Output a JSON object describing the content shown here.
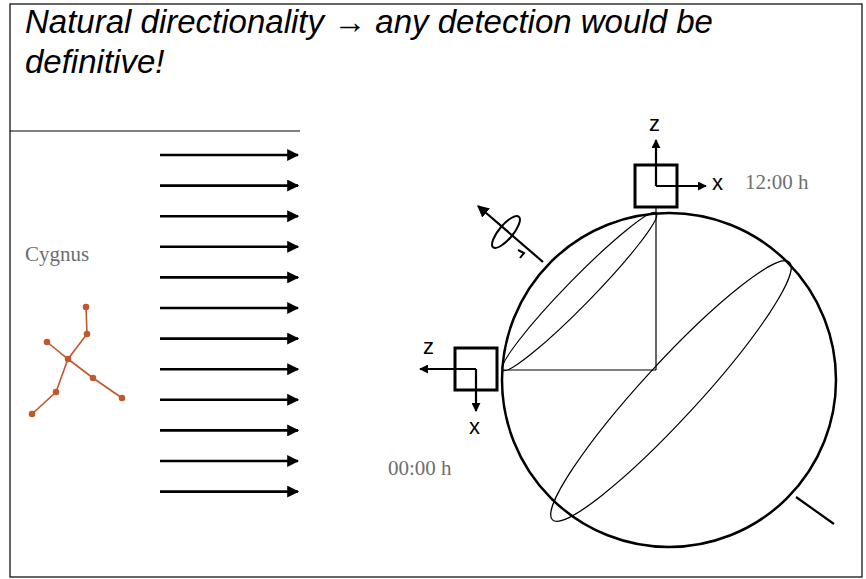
{
  "diagram": {
    "title": "Natural directionality → any detection would be definitive!",
    "labels": [
      "Cygnus",
      "12:00 h",
      "z",
      "x",
      "00:00 h",
      "z",
      "x"
    ]
  }
}
